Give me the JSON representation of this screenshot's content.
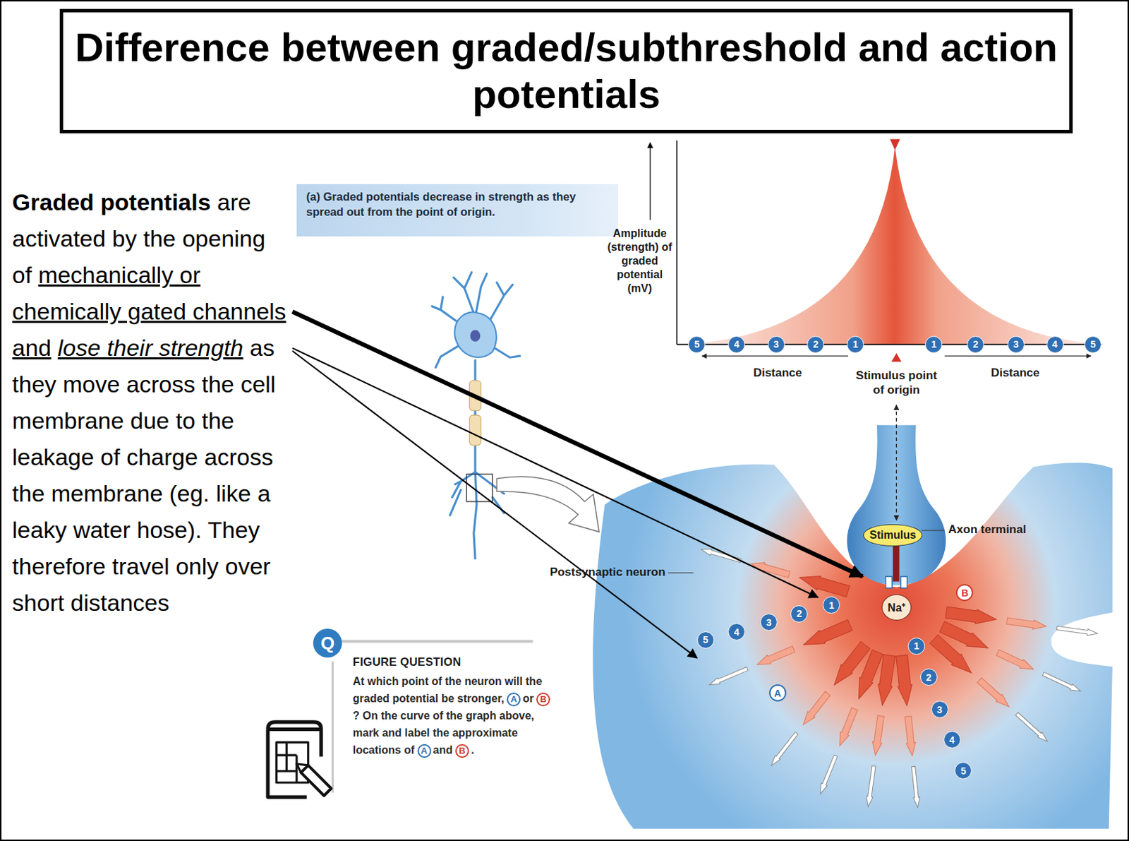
{
  "diagram": {
    "title": "Difference between graded/subthreshold and action potentials",
    "nodes": [
      {
        "text": [
          "Difference between graded/subthreshold and action potentials"
        ]
      },
      {
        "text": [
          "(a) Graded potentials decrease in strength as they spread out from the point of origin."
        ]
      },
      {
        "text": [
          "5"
        ]
      },
      {
        "text": [
          "4"
        ]
      },
      {
        "text": [
          "3"
        ]
      },
      {
        "text": [
          "2"
        ]
      },
      {
        "text": [
          "1"
        ]
      },
      {
        "text": [
          "1"
        ]
      },
      {
        "text": [
          "2"
        ]
      },
      {
        "text": [
          "3"
        ]
      },
      {
        "text": [
          "4"
        ]
      },
      {
        "text": [
          "5"
        ]
      },
      {
        "text": [
          "Stimulus"
        ]
      },
      {
        "text": [
          "Na⁺"
        ]
      },
      {
        "text": [
          "B"
        ]
      },
      {
        "text": [
          "1"
        ]
      },
      {
        "text": [
          "2"
        ]
      },
      {
        "text": [
          "3"
        ]
      },
      {
        "text": [
          "4"
        ]
      },
      {
        "text": [
          "5"
        ]
      },
      {
        "text": [
          "1"
        ]
      },
      {
        "text": [
          "2"
        ]
      },
      {
        "text": [
          "3"
        ]
      },
      {
        "text": [
          "4"
        ]
      },
      {
        "text": [
          "5"
        ]
      },
      {
        "text": [
          "A"
        ]
      },
      {
        "text": [
          "Q"
        ]
      },
      {
        "text": [
          "FIGURE QUESTION",
          "At which point of the neuron will the graded potential be stronger,",
          "or",
          "? On the curve of the graph above, mark and label the approximate locations of",
          "and",
          "."
        ]
      },
      {
        "text": [
          "A"
        ],
        "in": 27
      },
      {
        "text": [
          "B"
        ],
        "in": 27
      },
      {
        "text": [
          "A"
        ],
        "in": 27
      },
      {
        "text": [
          "B"
        ],
        "in": 27
      }
    ],
    "labels": [
      "Graded potentials",
      "are activated by the opening of",
      "mechanically or chemically gated channels",
      "and",
      "lose their strength",
      "as they move across the cell membrane due to the leakage of charge across the membrane (eg. like a leaky water hose). They therefore travel only over short distances",
      "Amplitude (strength) of graded potential (mV)",
      "Distance",
      "Stimulus point of origin",
      "Distance",
      "Axon terminal",
      "Postsynaptic neuron"
    ]
  }
}
